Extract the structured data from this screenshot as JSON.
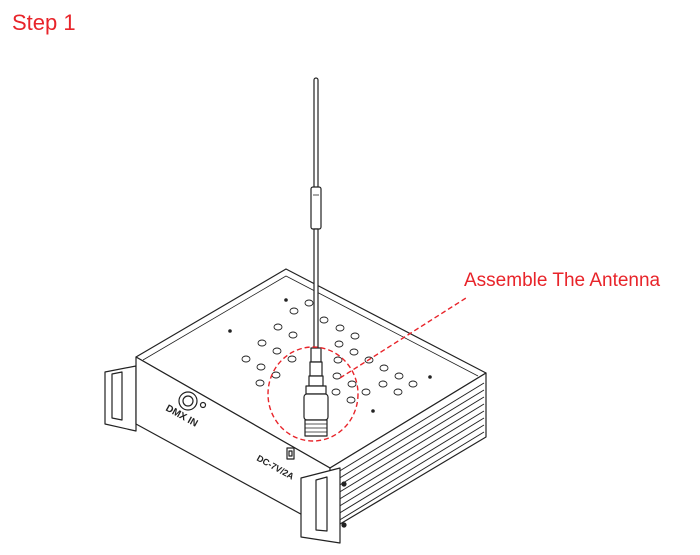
{
  "title": "Step 1",
  "callout": "Assemble The Antenna",
  "device": {
    "port_label": "DMX IN",
    "power_label": "DC-7V/2A"
  },
  "colors": {
    "accent": "#e8242a",
    "line": "#222222",
    "background": "#ffffff"
  }
}
